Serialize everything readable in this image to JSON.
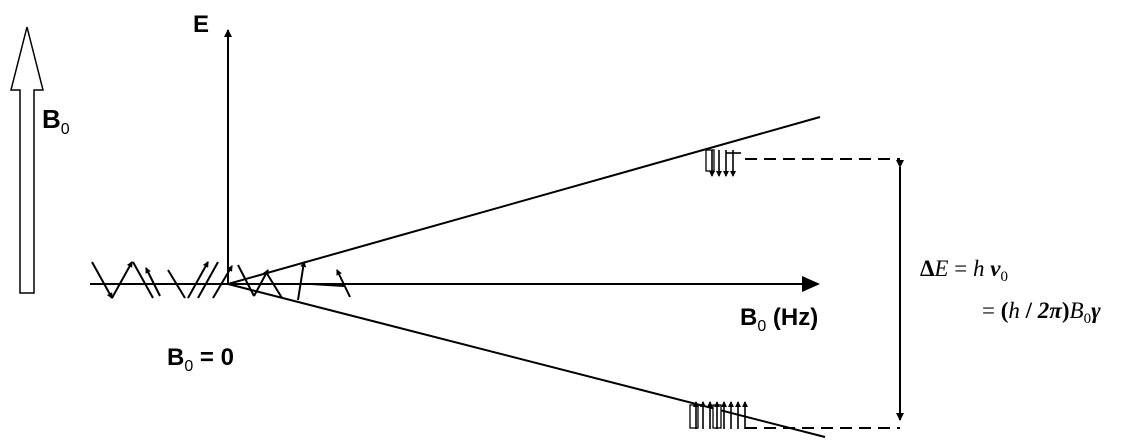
{
  "labels": {
    "field_arrow": {
      "main": "B",
      "sub": "0"
    },
    "energy_axis": "E",
    "b_axis": {
      "main": "B",
      "sub": "0",
      "unit": " (Hz)"
    },
    "zero_field": {
      "main": "B",
      "sub": "0",
      "rest": " = 0"
    }
  },
  "equation": {
    "line1": {
      "delta": "Δ",
      "E": "E",
      "eq": " = ",
      "h": "h",
      "nu": "ν",
      "nu_sub": "0"
    },
    "line2": {
      "eq": "= ",
      "open": "(",
      "h": "h",
      "slash": " / ",
      "two_pi": "2π",
      "close": ")",
      "B": "B",
      "B_sub": "0",
      "gamma": "γ"
    }
  },
  "colors": {
    "ink": "#000000",
    "background": "#ffffff"
  }
}
